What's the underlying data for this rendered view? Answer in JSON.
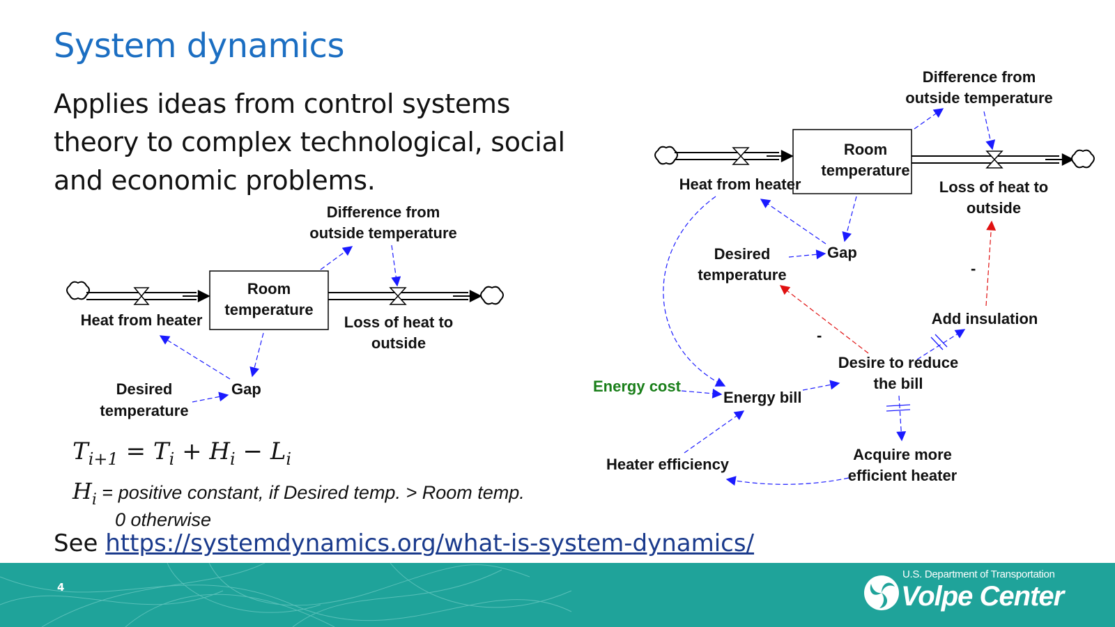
{
  "slide": {
    "title": "System dynamics",
    "intro": "Applies ideas from control systems theory to complex technological, social and economic problems.",
    "page_number": "4"
  },
  "equations": {
    "line1": {
      "T": "T",
      "sub_next": "i+1",
      "eq": "=",
      "sub_i": "i",
      "plus": "+",
      "H": "H",
      "minus": "−",
      "L": "L"
    },
    "line2": {
      "H": "H",
      "sub": "i",
      "eq": "=",
      "text": "positive constant, if Desired temp. > Room temp."
    },
    "line3": "0 otherwise"
  },
  "reference": {
    "prefix": "See",
    "link": "https://systemdynamics.org/what-is-system-dynamics/"
  },
  "left_diagram": {
    "stock": [
      "Room",
      "temperature"
    ],
    "inflow": "Heat from heater",
    "outflow": [
      "Loss of heat to",
      "outside"
    ],
    "difference": [
      "Difference from",
      "outside temperature"
    ],
    "desired": [
      "Desired",
      "temperature"
    ],
    "gap": "Gap"
  },
  "right_diagram": {
    "stock": [
      "Room",
      "temperature"
    ],
    "inflow": "Heat from heater",
    "outflow": [
      "Loss of heat to",
      "outside"
    ],
    "difference": [
      "Difference from",
      "outside temperature"
    ],
    "desired": [
      "Desired",
      "temperature"
    ],
    "gap": "Gap",
    "energy_cost": "Energy cost",
    "energy_bill": "Energy bill",
    "desire_reduce": [
      "Desire to reduce",
      "the bill"
    ],
    "add_insulation": "Add insulation",
    "acquire": [
      "Acquire more",
      "efficient heater"
    ],
    "heater_efficiency": "Heater efficiency",
    "minus_sign": "-"
  },
  "colors": {
    "title": "#1b6ec2",
    "link": "#1a3a8c",
    "footer": "#1fa39a",
    "arrow_blue": "#1a1aff",
    "arrow_red": "#e01010",
    "energy_cost_label": "#1a7f1a"
  },
  "footer": {
    "department": "U.S. Department of Transportation",
    "center": "Volpe Center",
    "logo_icon": "dot-triskelion-icon"
  }
}
